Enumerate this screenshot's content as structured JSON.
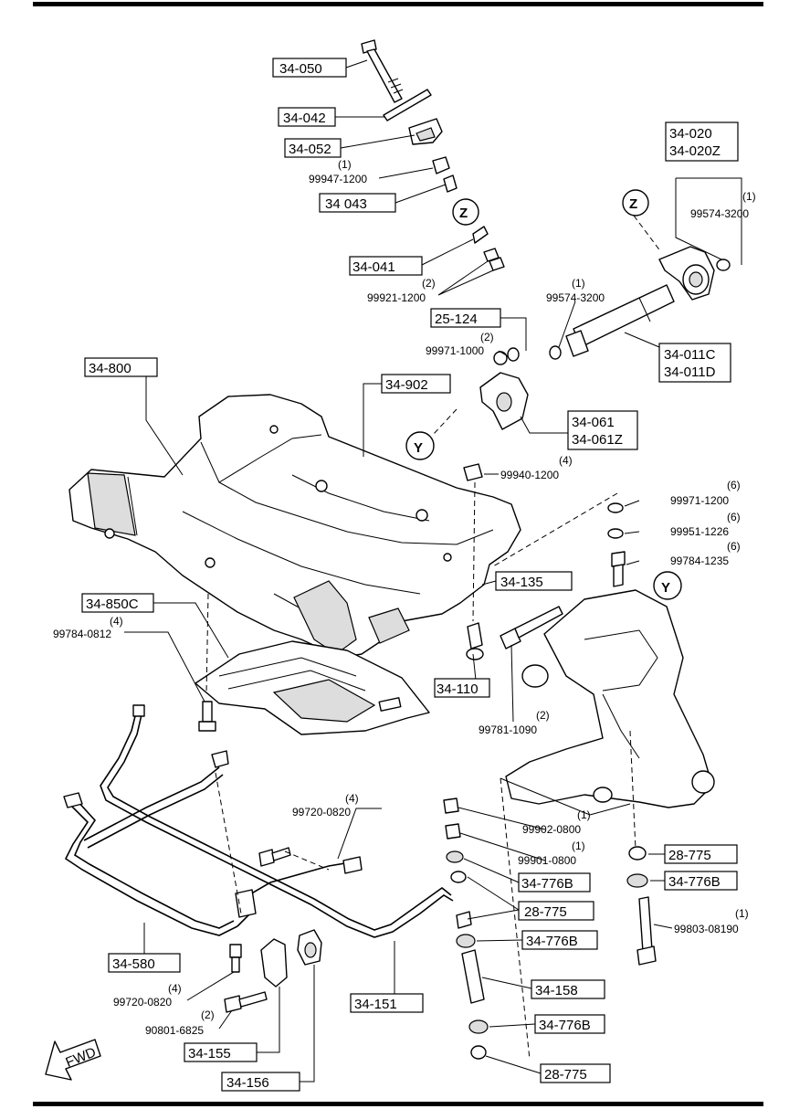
{
  "callouts": {
    "c_34_050": "34-050",
    "c_34_042": "34-042",
    "c_34_052": "34-052",
    "c_99947_qty": "(1)",
    "c_99947": "99947-1200",
    "c_34_043": "34 043",
    "c_z1": "Z",
    "c_34_041": "34-041",
    "c_99921_qty": "(2)",
    "c_99921": "99921-1200",
    "c_34_020": "34-020",
    "c_34_020z": "34-020Z",
    "c_z2": "Z",
    "c_99574a_qty": "(1)",
    "c_99574a": "99574-3200",
    "c_99574b_qty": "(1)",
    "c_99574b": "99574-3200",
    "c_25_124": "25-124",
    "c_99971a_qty": "(2)",
    "c_99971a": "99971-1000",
    "c_34_011c": "34-011C",
    "c_34_011d": "34-011D",
    "c_34_800": "34-800",
    "c_34_902": "34-902",
    "c_34_061": "34-061",
    "c_34_061z": "34-061Z",
    "c_y1": "Y",
    "c_99940_qty": "(4)",
    "c_99940": "99940-1200",
    "c_99971b_qty": "(6)",
    "c_99971b": "99971-1200",
    "c_99951_qty": "(6)",
    "c_99951": "99951-1226",
    "c_99784a_qty": "(6)",
    "c_99784a": "99784-1235",
    "c_34_135": "34-135",
    "c_y2": "Y",
    "c_34_850c": "34-850C",
    "c_99784b_qty": "(4)",
    "c_99784b": "99784-0812",
    "c_34_110": "34-110",
    "c_99781_qty": "(2)",
    "c_99781": "99781-1090",
    "c_99720a_qty": "(4)",
    "c_99720a": "99720-0820",
    "c_99902_qty": "(1)",
    "c_99902": "99902-0800",
    "c_99901_qty": "(1)",
    "c_99901": "99901-0800",
    "c_34_776b1": "34-776B",
    "c_28_775a": "28-775",
    "c_28_775b": "28-775",
    "c_34_776b2": "34-776B",
    "c_34_776b3": "34-776B",
    "c_99803_qty": "(1)",
    "c_99803": "99803-08190",
    "c_34_580": "34-580",
    "c_99720b_qty": "(4)",
    "c_99720b": "99720-0820",
    "c_90801_qty": "(2)",
    "c_90801": "90801-6825",
    "c_34_151": "34-151",
    "c_34_158": "34-158",
    "c_34_776b4": "34-776B",
    "c_34_155": "34-155",
    "c_34_156": "34-156",
    "c_28_775c": "28-775",
    "fwd": "FWD"
  }
}
